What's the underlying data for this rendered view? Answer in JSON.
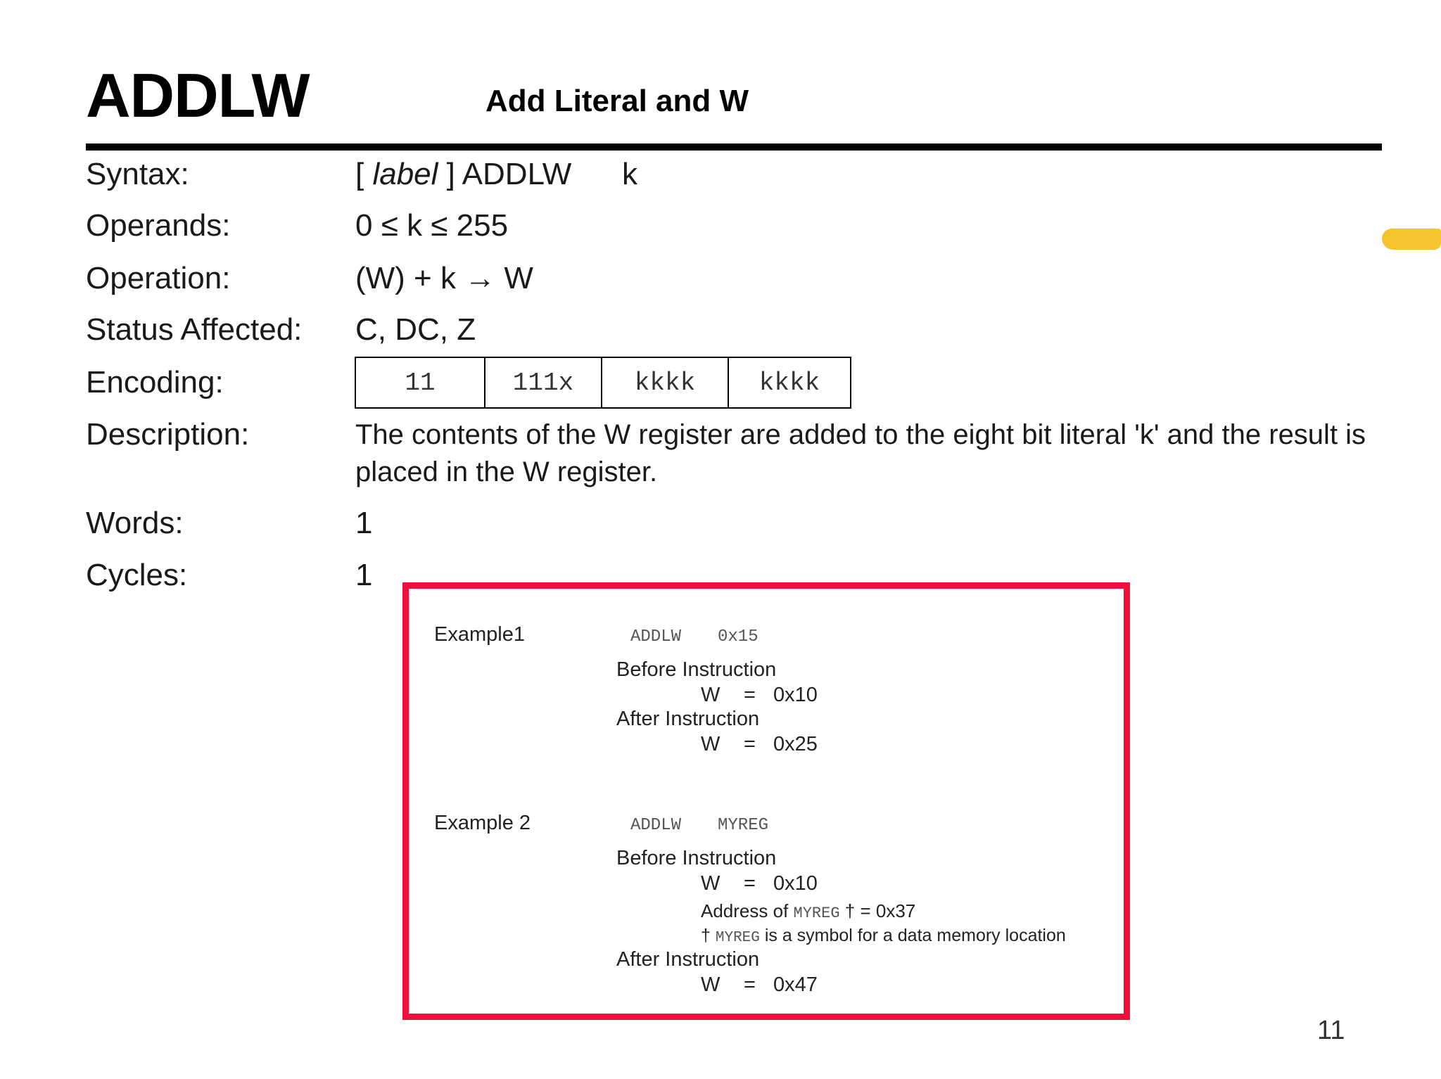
{
  "header": {
    "mnemonic": "ADDLW",
    "title": "Add Literal and W"
  },
  "fields": {
    "syntax_label": "Syntax:",
    "syntax_prefix": "[ ",
    "syntax_label_italic": "label",
    "syntax_suffix": " ] ADDLW",
    "syntax_operand": "k",
    "operands_label": "Operands:",
    "operands_value": "0 ≤ k ≤ 255",
    "operation_label": "Operation:",
    "operation_value": "(W) + k → W",
    "status_label": "Status Affected:",
    "status_value": "C, DC, Z",
    "encoding_label": "Encoding:",
    "encoding_cells": [
      "11",
      "111x",
      "kkkk",
      "kkkk"
    ],
    "description_label": "Description:",
    "description_value": "The contents of the W register are added to the eight bit literal 'k' and the result is placed in the W register.",
    "words_label": "Words:",
    "words_value": "1",
    "cycles_label": "Cycles:",
    "cycles_value": "1"
  },
  "examples": {
    "ex1": {
      "label": "Example1",
      "instr": "ADDLW",
      "operand": "0x15",
      "before": "Before Instruction",
      "before_w": "W",
      "before_eq": "=",
      "before_val": "0x10",
      "after": "After Instruction",
      "after_w": "W",
      "after_eq": "=",
      "after_val": "0x25"
    },
    "ex2": {
      "label": "Example 2",
      "instr": "ADDLW",
      "operand": "MYREG",
      "before": "Before Instruction",
      "before_w": "W",
      "before_eq": "=",
      "before_val": "0x10",
      "addr_prefix": "Address of",
      "addr_sym": "MYREG",
      "addr_suffix": "† = 0x37",
      "note_dagger": "†",
      "note_sym": "MYREG",
      "note_text": "is a symbol for a data memory location",
      "after": "After Instruction",
      "after_w": "W",
      "after_eq": "=",
      "after_val": "0x47"
    }
  },
  "footer": {
    "page_number": "11"
  },
  "colors": {
    "example_border": "#f0103e",
    "highlight_marker": "#f4c52c"
  }
}
